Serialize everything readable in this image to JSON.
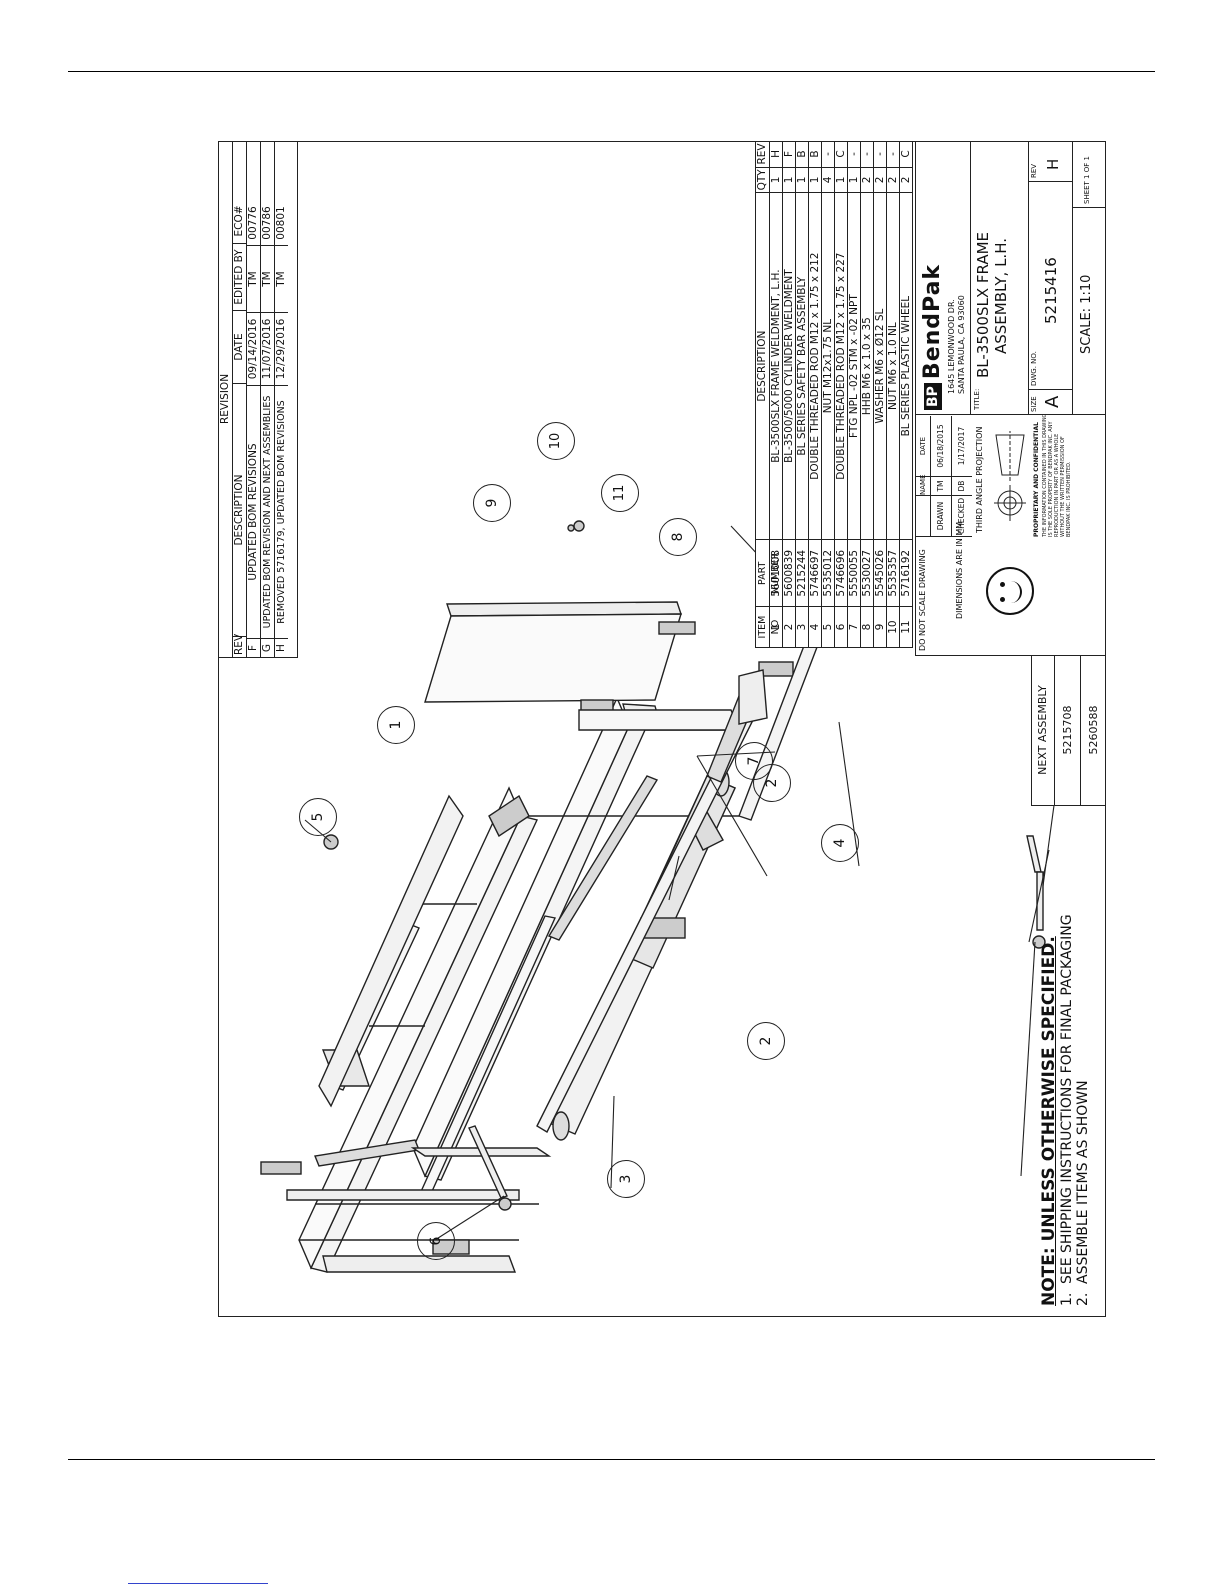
{
  "revision_block": {
    "title": "REVISION",
    "headers": [
      "REV",
      "DESCRIPTION",
      "DATE",
      "EDITED BY",
      "ECO#"
    ],
    "rows": [
      {
        "rev": "F",
        "description": "UPDATED BOM REVISIONS",
        "date": "09/14/2016",
        "edited_by": "TM",
        "eco": "00776"
      },
      {
        "rev": "G",
        "description": "UPDATED BOM REVISION AND NEXT ASSEMBLIES",
        "date": "11/07/2016",
        "edited_by": "TM",
        "eco": "00786"
      },
      {
        "rev": "H",
        "description": "REMOVED 5716179, UPDATED BOM REVISIONS",
        "date": "12/29/2016",
        "edited_by": "TM",
        "eco": "00801"
      }
    ]
  },
  "bom": {
    "headers": [
      "ITEM NO",
      "PART NUMBER",
      "DESCRIPTION",
      "QTY",
      "REV"
    ],
    "rows": [
      {
        "item": "1",
        "part": "5601008",
        "description": "BL-3500SLX FRAME WELDMENT, L.H.",
        "qty": "1",
        "rev": "H"
      },
      {
        "item": "2",
        "part": "5600839",
        "description": "BL-3500/5000 CYLINDER WELDMENT",
        "qty": "1",
        "rev": "F"
      },
      {
        "item": "3",
        "part": "5215244",
        "description": "BL SERIES SAFETY BAR ASSEMBLY",
        "qty": "1",
        "rev": "B"
      },
      {
        "item": "4",
        "part": "5746697",
        "description": "DOUBLE THREADED ROD M12 x 1.75 x 212",
        "qty": "1",
        "rev": "B"
      },
      {
        "item": "5",
        "part": "5535012",
        "description": "NUT M12x1.75 NL",
        "qty": "4",
        "rev": "-"
      },
      {
        "item": "6",
        "part": "5746696",
        "description": "DOUBLE THREADED ROD M12 x 1.75 x 227",
        "qty": "1",
        "rev": "C"
      },
      {
        "item": "7",
        "part": "5550055",
        "description": "FTG NPL -02 STM x -02 NPT",
        "qty": "1",
        "rev": "-"
      },
      {
        "item": "8",
        "part": "5530027",
        "description": "HHB M6 x 1.0 x 35",
        "qty": "2",
        "rev": "-"
      },
      {
        "item": "9",
        "part": "5545026",
        "description": "WASHER M6 x Ø12 SL",
        "qty": "2",
        "rev": "-"
      },
      {
        "item": "10",
        "part": "5535357",
        "description": "NUT M6 x 1.0 NL",
        "qty": "2",
        "rev": "-"
      },
      {
        "item": "11",
        "part": "5716192",
        "description": "BL SERIES PLASTIC WHEEL",
        "qty": "2",
        "rev": "C"
      }
    ]
  },
  "title_block": {
    "do_not_scale": "DO NOT SCALE DRAWING",
    "dimensions": "DIMENSIONS ARE IN MM",
    "name_label": "NAME",
    "date_label": "DATE",
    "drawn_label": "DRAWN",
    "drawn_name": "TM",
    "drawn_date": "06/18/2015",
    "checked_label": "CHECKED",
    "checked_name": "DB",
    "checked_date": "1/17/2017",
    "projection": "THIRD ANGLE PROJECTION",
    "proprietary_heading": "PROPRIETARY AND CONFIDENTIAL",
    "proprietary_text": "THE INFORMATION CONTAINED IN THIS DRAWING IS THE SOLE PROPERTY OF BENDPAK INC. ANY REPRODUCTION IN PART OR AS A WHOLE WITHOUT THE WRITTEN PERMISSION OF BENDPAK INC. IS PROHIBITED.",
    "logo": "BendPak",
    "logo_mark": "BP",
    "address_line1": "1645 LEMONWOOD DR.",
    "address_line2": "SANTA PAULA, CA 93060",
    "title_label": "TITLE:",
    "title_line1": "BL-3500SLX FRAME",
    "title_line2": "ASSEMBLY, L.H.",
    "size_label": "SIZE",
    "size": "A",
    "dwg_label": "DWG. NO.",
    "dwg_no": "5215416",
    "rev_label": "REV",
    "rev": "H",
    "scale": "SCALE: 1:10",
    "sheet": "SHEET 1 OF 1"
  },
  "next_assembly": {
    "title": "NEXT ASSEMBLY",
    "rows": [
      "5215708",
      "5260588"
    ]
  },
  "notes": {
    "heading": "NOTE: UNLESS OTHERWISE SPECIFIED.",
    "items": [
      {
        "num": "1.",
        "text": "SEE SHIPPING INSTRUCTIONS FOR FINAL PACKAGING"
      },
      {
        "num": "2.",
        "text": "ASSEMBLE ITEMS AS SHOWN"
      }
    ]
  },
  "balloons": [
    "1",
    "2",
    "2",
    "3",
    "4",
    "5",
    "6",
    "7",
    "8",
    "9",
    "10",
    "11"
  ]
}
